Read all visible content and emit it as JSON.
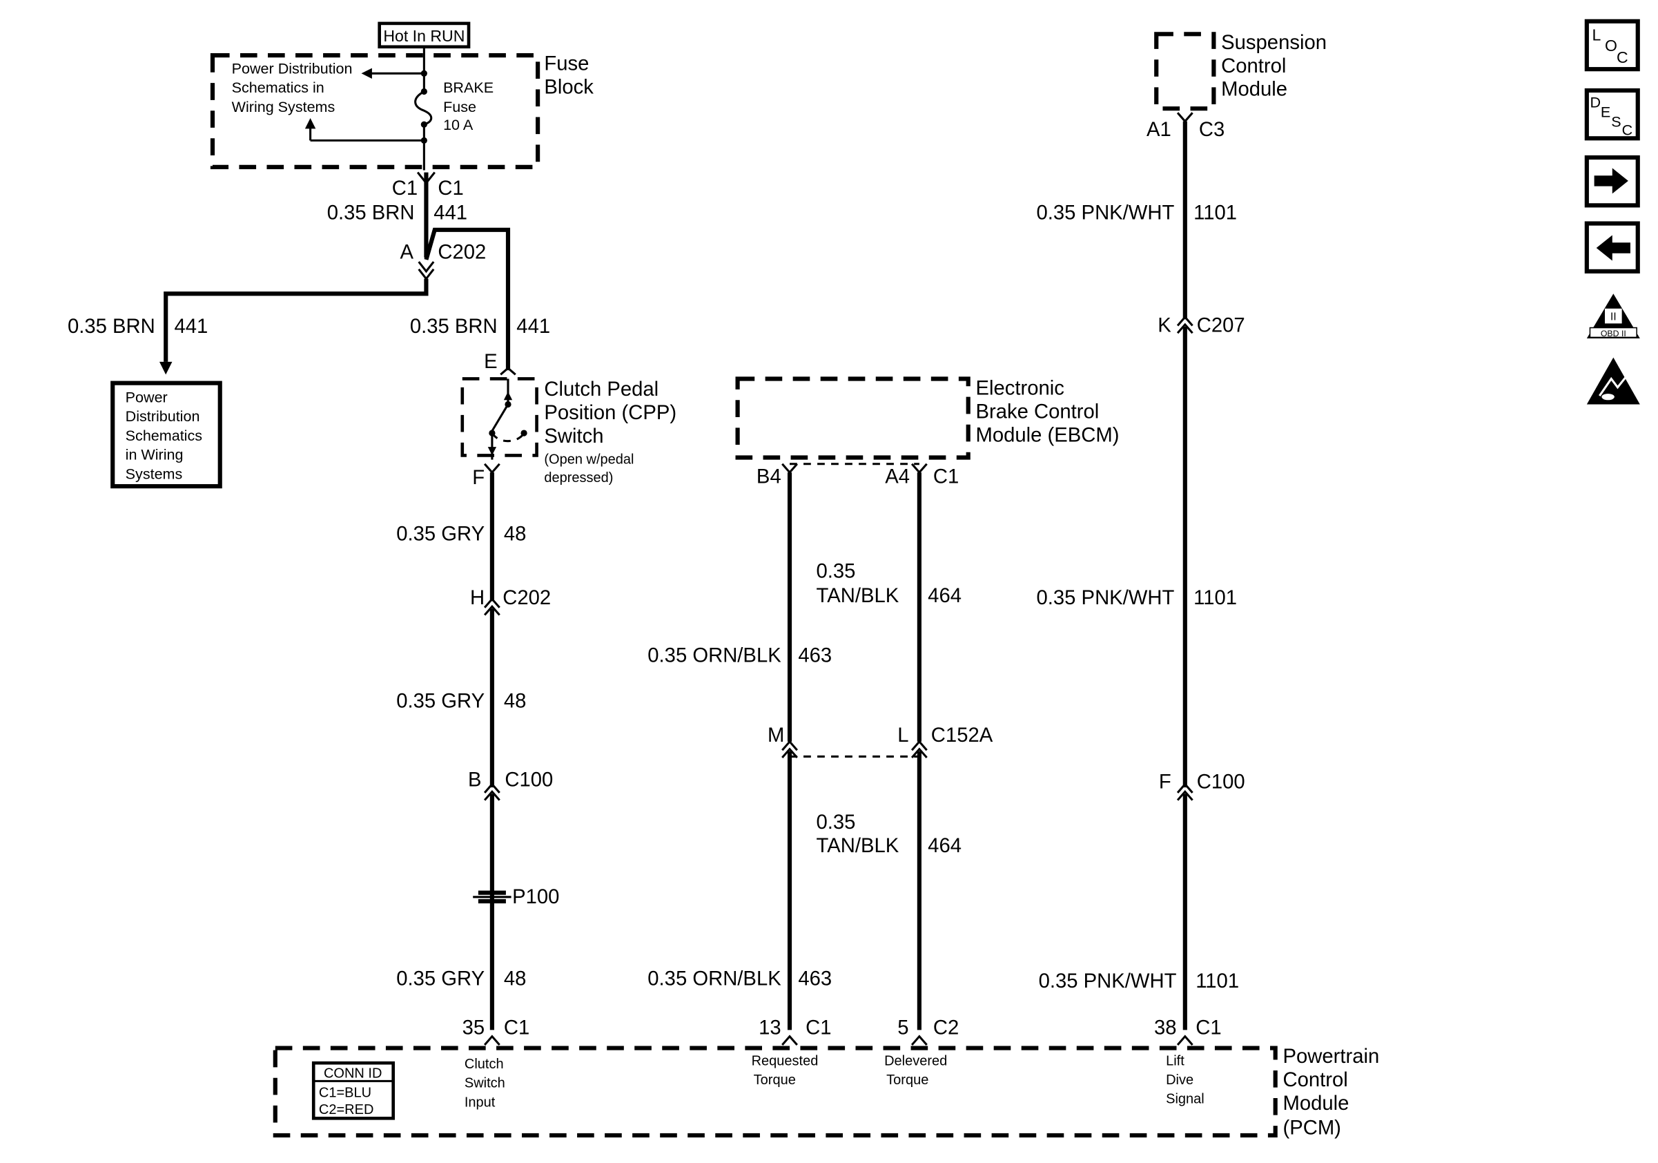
{
  "hot_label": "Hot In RUN",
  "fuse_block": {
    "title_line1": "Fuse",
    "title_line2": "Block",
    "ref_line1": "Power Distribution",
    "ref_line2": "Schematics in",
    "ref_line3": "Wiring Systems",
    "fuse_line1": "BRAKE",
    "fuse_line2": "Fuse",
    "fuse_line3": "10 A"
  },
  "pds_box": {
    "line1": "Power",
    "line2": "Distribution",
    "line3": "Schematics",
    "line4": "in Wiring",
    "line5": "Systems"
  },
  "cpp_switch": {
    "line1": "Clutch Pedal",
    "line2": "Position (CPP)",
    "line3": "Switch",
    "note1": "(Open w/pedal",
    "note2": "depressed)"
  },
  "ebcm": {
    "line1": "Electronic",
    "line2": "Brake Control",
    "line3": "Module (EBCM)"
  },
  "scm": {
    "line1": "Suspension",
    "line2": "Control",
    "line3": "Module"
  },
  "pcm": {
    "line1": "Powertrain",
    "line2": "Control",
    "line3": "Module",
    "line4": "(PCM)",
    "conn_id_title": "CONN ID",
    "conn_c1": "C1=BLU",
    "conn_c2": "C2=RED"
  },
  "pcm_inputs": {
    "clutch1": "Clutch",
    "clutch2": "Switch",
    "clutch3": "Input",
    "req1": "Requested",
    "req2": "Torque",
    "del1": "Delevered",
    "del2": "Torque",
    "lift1": "Lift",
    "lift2": "Dive",
    "lift3": "Signal"
  },
  "labels": {
    "c1": "C1",
    "c2": "C2",
    "c3": "C3",
    "c100": "C100",
    "c152a": "C152A",
    "c202": "C202",
    "c207": "C207",
    "p100": "P100",
    "pin_a": "A",
    "pin_a1": "A1",
    "pin_a4": "A4",
    "pin_b": "B",
    "pin_b4": "B4",
    "pin_e": "E",
    "pin_f": "F",
    "pin_h": "H",
    "pin_k": "K",
    "pin_l": "L",
    "pin_m": "M",
    "pin_5": "5",
    "pin_13": "13",
    "pin_35": "35",
    "pin_38": "38",
    "wire_brn": "0.35 BRN",
    "ckt_441": "441",
    "wire_gry": "0.35 GRY",
    "ckt_48": "48",
    "wire_orn_blk": "0.35 ORN/BLK",
    "ckt_463": "463",
    "wire_tan_blk_1": "0.35",
    "wire_tan_blk_2": "TAN/BLK",
    "ckt_464": "464",
    "wire_pnk_wht": "0.35 PNK/WHT",
    "ckt_1101": "1101"
  },
  "side_icons": {
    "loc": {
      "a": "L",
      "b": "O",
      "c": "C"
    },
    "desc": {
      "a": "D",
      "b": "E",
      "c": "S",
      "d": "C"
    },
    "obd": {
      "a": "II",
      "b": "OBD II"
    }
  }
}
